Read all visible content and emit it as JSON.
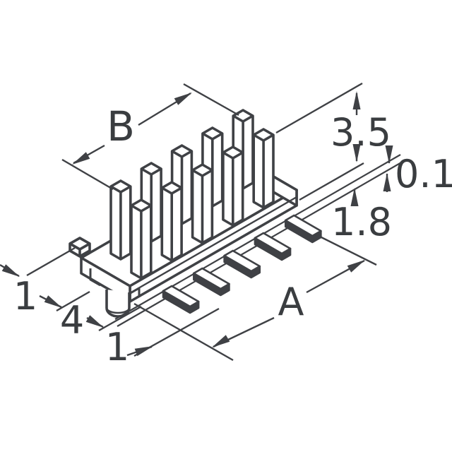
{
  "meta": {
    "background_color": "#ffffff",
    "line_color": "#3f4145",
    "text_color": "#3a3d40",
    "drawing_type": "isometric technical drawing of SMT pin header"
  },
  "component": {
    "pin_rows": 2,
    "pins_per_row": 5,
    "total_pins": 10,
    "smt_leads": 5
  },
  "labels": {
    "b": "B",
    "pin_length": "3.5",
    "coplanarity": "0.1",
    "standoff": "1.8",
    "a": "A",
    "pitch_top": "1",
    "body_span": "4",
    "pitch_bottom": "1"
  }
}
